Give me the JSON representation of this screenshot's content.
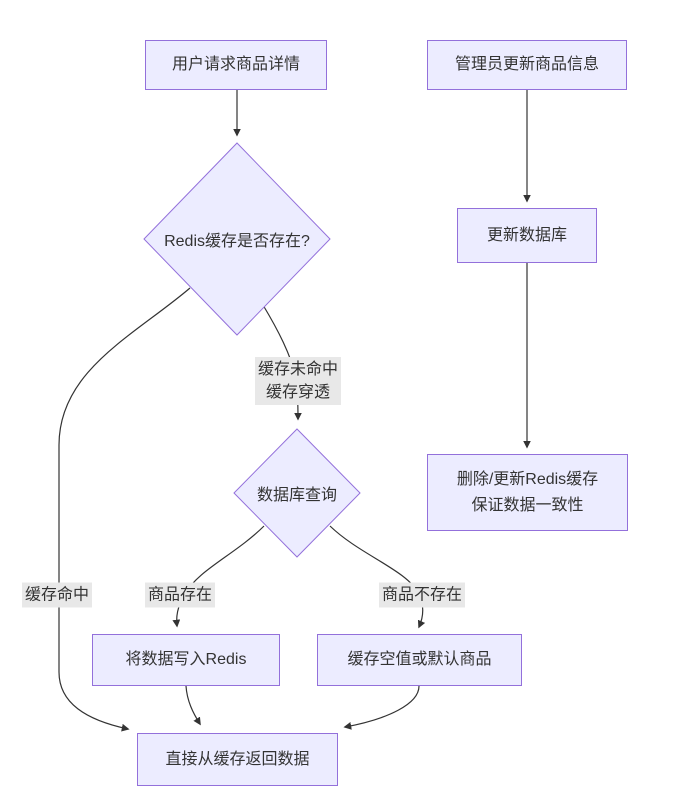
{
  "diagram": {
    "type": "flowchart",
    "nodes": {
      "user_request": {
        "label": "用户请求商品详情"
      },
      "admin_update": {
        "label": "管理员更新商品信息"
      },
      "cache_exists": {
        "label": "Redis缓存是否存在?"
      },
      "update_db": {
        "label": "更新数据库"
      },
      "db_query": {
        "label": "数据库查询"
      },
      "invalidate_cache": {
        "label": "删除/更新Redis缓存\n保证数据一致性"
      },
      "write_redis": {
        "label": "将数据写入Redis"
      },
      "cache_empty": {
        "label": "缓存空值或默认商品"
      },
      "return_from_cache": {
        "label": "直接从缓存返回数据"
      }
    },
    "edge_labels": {
      "cache_miss": "缓存未命中\n缓存穿透",
      "cache_hit": "缓存命中",
      "product_exists": "商品存在",
      "product_not_exists": "商品不存在"
    },
    "edges": [
      {
        "from": "user_request",
        "to": "cache_exists",
        "label": ""
      },
      {
        "from": "admin_update",
        "to": "update_db",
        "label": ""
      },
      {
        "from": "update_db",
        "to": "invalidate_cache",
        "label": ""
      },
      {
        "from": "cache_exists",
        "to": "db_query",
        "label": "缓存未命中\n缓存穿透"
      },
      {
        "from": "cache_exists",
        "to": "return_from_cache",
        "label": "缓存命中"
      },
      {
        "from": "db_query",
        "to": "write_redis",
        "label": "商品存在"
      },
      {
        "from": "db_query",
        "to": "cache_empty",
        "label": "商品不存在"
      },
      {
        "from": "write_redis",
        "to": "return_from_cache",
        "label": ""
      },
      {
        "from": "cache_empty",
        "to": "return_from_cache",
        "label": ""
      }
    ],
    "colors": {
      "node_fill": "#ECECFF",
      "node_border": "#9370DB",
      "edge_stroke": "#333333",
      "label_bg": "#e8e8e8",
      "text": "#333333",
      "background": "#ffffff"
    }
  }
}
